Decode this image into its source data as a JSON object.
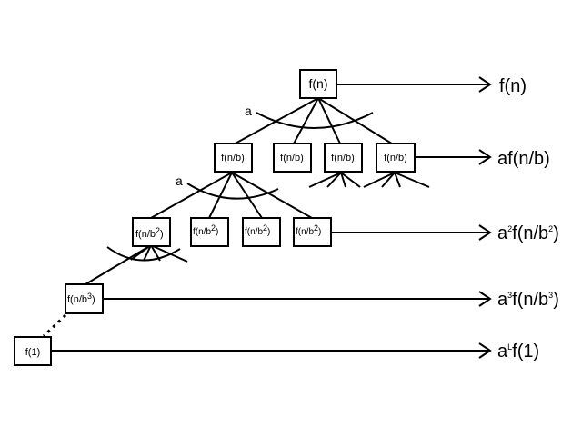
{
  "tree": {
    "root": {
      "label": "f(n)"
    },
    "level1": {
      "labels": [
        "f(n/b)",
        "f(n/b)",
        "f(n/b)",
        "f(n/b)"
      ]
    },
    "level2": {
      "base": "f(n/b",
      "sup": "2",
      "close": ")",
      "count": 4
    },
    "level3": {
      "base": "f(n/b",
      "sup": "3",
      "close": ")"
    },
    "leaf": {
      "label": "f(1)"
    },
    "branch_labels": [
      "a",
      "a"
    ]
  },
  "level_sums": [
    {
      "pre": "",
      "pre_sup": "",
      "body": "f(n)",
      "body_sup": "",
      "post": ""
    },
    {
      "pre": "a",
      "pre_sup": "",
      "body": "f(n/b)",
      "body_sup": "",
      "post": ""
    },
    {
      "pre": "a",
      "pre_sup": "2",
      "body": "f(n/b",
      "body_sup": "2",
      "post": ")"
    },
    {
      "pre": "a",
      "pre_sup": "3",
      "body": "f(n/b",
      "body_sup": "3",
      "post": ")"
    },
    {
      "pre": "a",
      "pre_sup": "L",
      "body": "f(1)",
      "body_sup": "",
      "post": ""
    }
  ]
}
